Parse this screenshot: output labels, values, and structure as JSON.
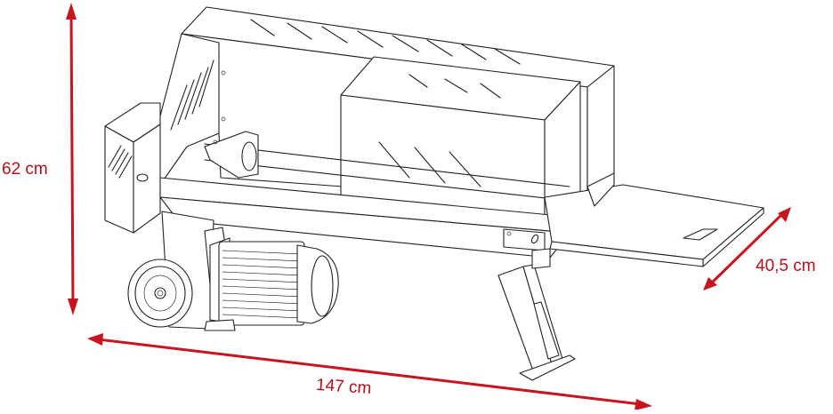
{
  "diagram": {
    "subject": "Horizontal electric log splitter, isometric line drawing",
    "line_color": "#222222",
    "dimension_color": "#c8141e",
    "dimensions": {
      "height": {
        "label": "62 cm",
        "value": 62,
        "unit": "cm"
      },
      "depth": {
        "label": "40,5 cm",
        "value": 40.5,
        "unit": "cm"
      },
      "length": {
        "label": "147 cm",
        "value": 147,
        "unit": "cm"
      }
    },
    "parts": [
      "protective-cover-guard",
      "sliding-guard-box",
      "hydraulic-cylinder-housing",
      "pusher-plate",
      "splitting-beam",
      "log-tray",
      "electric-motor",
      "wheel",
      "support-leg"
    ]
  }
}
